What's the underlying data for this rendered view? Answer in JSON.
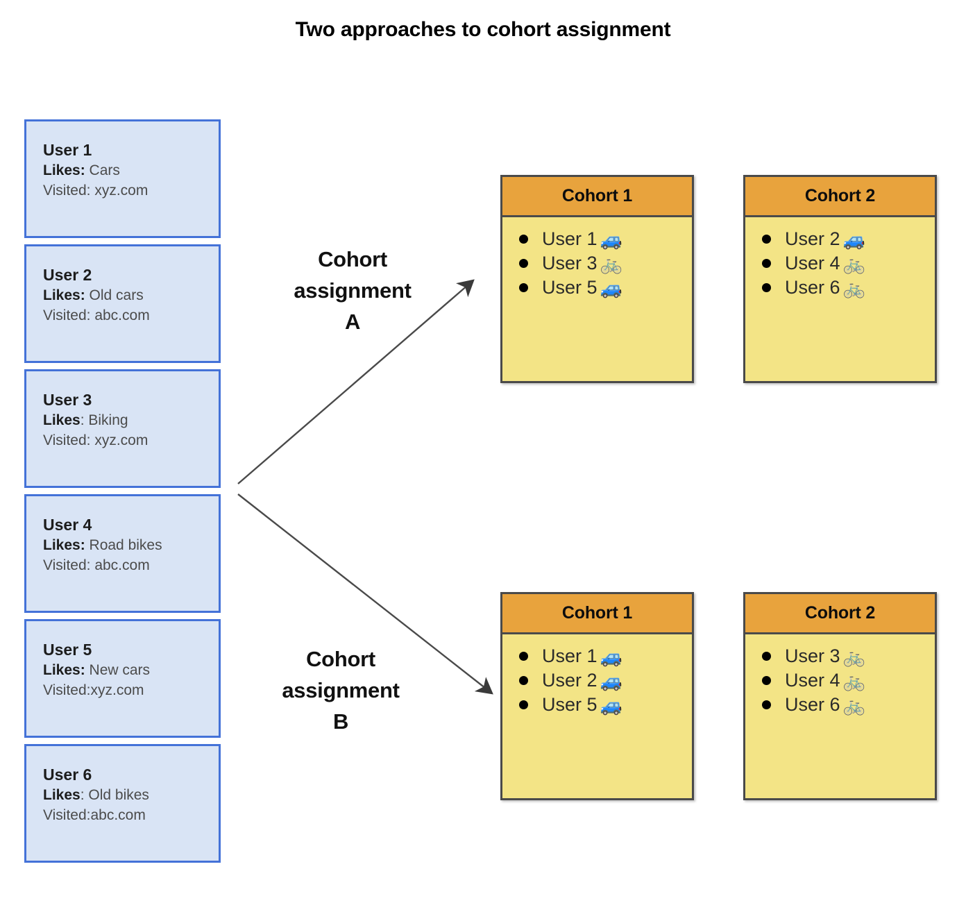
{
  "title": "Two approaches to cohort assignment",
  "users": [
    {
      "name": "User 1",
      "likes_label": "Likes:",
      "likes_value": " Cars",
      "visited": "Visited: xyz.com"
    },
    {
      "name": "User 2",
      "likes_label": "Likes:",
      "likes_value": " Old cars",
      "visited": "Visited: abc.com"
    },
    {
      "name": "User 3",
      "likes_label": "Likes",
      "likes_value": ": Biking",
      "visited": "Visited: xyz.com"
    },
    {
      "name": "User 4",
      "likes_label": "Likes:",
      "likes_value": " Road bikes",
      "visited": "Visited: abc.com"
    },
    {
      "name": "User 5",
      "likes_label": "Likes:",
      "likes_value": " New cars",
      "visited": "Visited:xyz.com"
    },
    {
      "name": "User 6",
      "likes_label": "Likes",
      "likes_value": ": Old bikes",
      "visited": "Visited:abc.com"
    }
  ],
  "flows": [
    {
      "id": "a",
      "line1": "Cohort",
      "line2": "assignment",
      "line3": "A"
    },
    {
      "id": "b",
      "line1": "Cohort",
      "line2": "assignment",
      "line3": "B"
    }
  ],
  "approach_a": {
    "cohort1": {
      "title": "Cohort 1",
      "members": [
        {
          "label": "User 1",
          "icon": "car-icon",
          "glyph": "🚙"
        },
        {
          "label": "User 3",
          "icon": "bicycle-icon",
          "glyph": "🚲"
        },
        {
          "label": "User 5",
          "icon": "car-icon",
          "glyph": "🚙"
        }
      ]
    },
    "cohort2": {
      "title": "Cohort 2",
      "members": [
        {
          "label": "User 2",
          "icon": "car-icon",
          "glyph": "🚙"
        },
        {
          "label": "User 4",
          "icon": "bicycle-icon",
          "glyph": "🚲"
        },
        {
          "label": "User 6",
          "icon": "bicycle-icon",
          "glyph": "🚲"
        }
      ]
    }
  },
  "approach_b": {
    "cohort1": {
      "title": "Cohort 1",
      "members": [
        {
          "label": "User 1",
          "icon": "car-icon",
          "glyph": "🚙"
        },
        {
          "label": "User 2",
          "icon": "car-icon",
          "glyph": "🚙"
        },
        {
          "label": "User 5",
          "icon": "car-icon",
          "glyph": "🚙"
        }
      ]
    },
    "cohort2": {
      "title": "Cohort 2",
      "members": [
        {
          "label": "User 3",
          "icon": "bicycle-icon",
          "glyph": "🚲"
        },
        {
          "label": "User 4",
          "icon": "bicycle-icon",
          "glyph": "🚲"
        },
        {
          "label": "User 6",
          "icon": "bicycle-icon",
          "glyph": "🚲"
        }
      ]
    }
  },
  "colors": {
    "card_fill": "#d9e4f5",
    "card_border": "#4472d8",
    "cohort_header": "#e8a33d",
    "cohort_body": "#f3e486",
    "cohort_border": "#4a4a4a",
    "arrow": "#444444",
    "text": "#000000"
  }
}
